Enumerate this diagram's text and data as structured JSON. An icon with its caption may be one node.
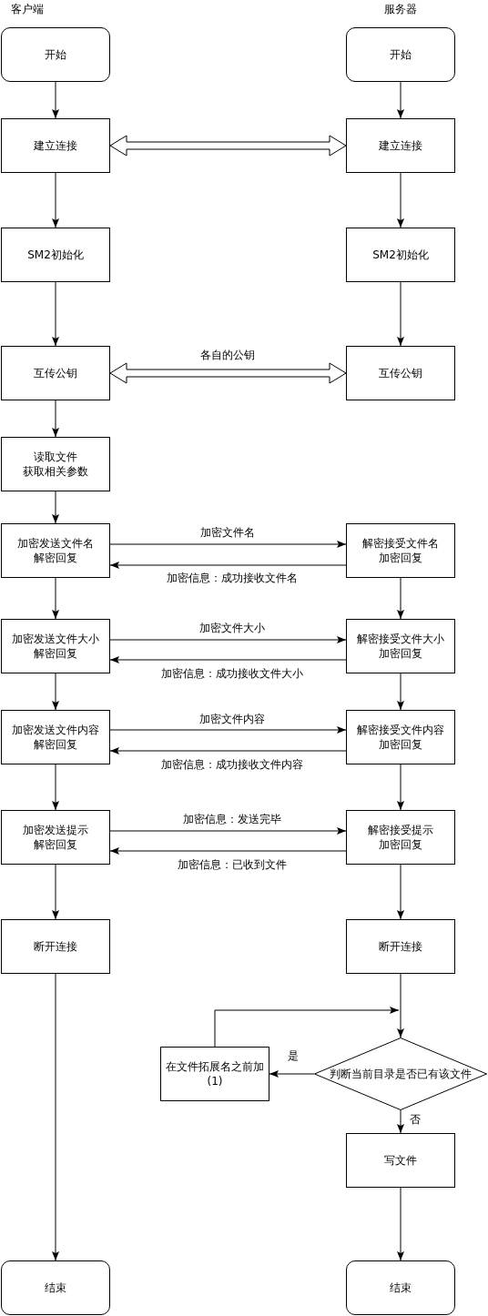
{
  "diagram": {
    "nodes": [
      {
        "text": [
          "开始"
        ]
      },
      {
        "text": [
          "开始"
        ]
      },
      {
        "text": [
          "建立连接"
        ]
      },
      {
        "text": [
          "建立连接"
        ]
      },
      {
        "text": [
          "SM2初始化"
        ]
      },
      {
        "text": [
          "SM2初始化"
        ]
      },
      {
        "text": [
          "互传公钥"
        ]
      },
      {
        "text": [
          "互传公钥"
        ]
      },
      {
        "text": [
          "读取文件获取相关参数"
        ]
      },
      {
        "text": [
          "加密发送文件名解密回复"
        ]
      },
      {
        "text": [
          "解密接受文件名加密回复"
        ]
      },
      {
        "text": [
          "加密发送文件大小解密回复"
        ]
      },
      {
        "text": [
          "解密接受文件大小加密回复"
        ]
      },
      {
        "text": [
          "加密发送文件内容解密回复"
        ]
      },
      {
        "text": [
          "解密接受文件内容加密回复"
        ]
      },
      {
        "text": [
          "加密发送提示解密回复"
        ]
      },
      {
        "text": [
          "解密接受提示加密回复"
        ]
      },
      {
        "text": [
          "断开连接"
        ]
      },
      {
        "text": [
          "断开连接"
        ]
      },
      {
        "text": [
          "在文件拓展名之前加(1)"
        ]
      },
      {
        "text": [
          "判断当前目录是否已有该文件"
        ]
      },
      {
        "text": [
          "写文件"
        ]
      },
      {
        "text": [
          "结束"
        ]
      },
      {
        "text": [
          "结束"
        ]
      }
    ],
    "edges": [
      {
        "from": 0,
        "to": 2,
        "arrow": "to"
      },
      {
        "from": 1,
        "to": 3,
        "arrow": "to"
      },
      {
        "from": 2,
        "to": 3,
        "arrow": "both",
        "style": "thick"
      },
      {
        "from": 2,
        "to": 4,
        "arrow": "to"
      },
      {
        "from": 3,
        "to": 5,
        "arrow": "to"
      },
      {
        "from": 4,
        "to": 6,
        "arrow": "to"
      },
      {
        "from": 5,
        "to": 7,
        "arrow": "to"
      },
      {
        "from": 6,
        "to": 7,
        "arrow": "both",
        "style": "thick",
        "label": "各自的公钥"
      },
      {
        "from": 6,
        "to": 8,
        "arrow": "to"
      },
      {
        "from": 8,
        "to": 9,
        "arrow": "to"
      },
      {
        "from": 9,
        "to": 10,
        "arrow": "to",
        "label": "加密文件名"
      },
      {
        "from": 10,
        "to": 9,
        "arrow": "to",
        "label": "加密信息：成功接收文件名"
      },
      {
        "from": 9,
        "to": 11,
        "arrow": "to"
      },
      {
        "from": 10,
        "to": 12,
        "arrow": "to"
      },
      {
        "from": 11,
        "to": 12,
        "arrow": "to",
        "label": "加密文件大小"
      },
      {
        "from": 12,
        "to": 11,
        "arrow": "to",
        "label": "加密信息：成功接收文件大小"
      },
      {
        "from": 11,
        "to": 13,
        "arrow": "to"
      },
      {
        "from": 12,
        "to": 14,
        "arrow": "to"
      },
      {
        "from": 13,
        "to": 14,
        "arrow": "to",
        "label": "加密文件内容"
      },
      {
        "from": 14,
        "to": 13,
        "arrow": "to",
        "label": "加密信息：成功接收文件内容"
      },
      {
        "from": 13,
        "to": 15,
        "arrow": "to"
      },
      {
        "from": 14,
        "to": 16,
        "arrow": "to"
      },
      {
        "from": 15,
        "to": 16,
        "arrow": "to",
        "label": "加密信息：发送完毕"
      },
      {
        "from": 16,
        "to": 15,
        "arrow": "to",
        "label": "加密信息：已收到文件"
      },
      {
        "from": 15,
        "to": 17,
        "arrow": "to"
      },
      {
        "from": 16,
        "to": 18,
        "arrow": "to"
      },
      {
        "from": 17,
        "to": 22,
        "arrow": "to"
      },
      {
        "from": 18,
        "to": 20,
        "arrow": "to"
      },
      {
        "from": 20,
        "to": 19,
        "arrow": "to",
        "label": "是"
      },
      {
        "from": 19,
        "to": 20,
        "arrow": "to"
      },
      {
        "from": 20,
        "to": 21,
        "arrow": "to",
        "label": "否"
      },
      {
        "from": 21,
        "to": 23,
        "arrow": "to"
      }
    ],
    "labels": [
      "客户端",
      "服务器"
    ]
  }
}
